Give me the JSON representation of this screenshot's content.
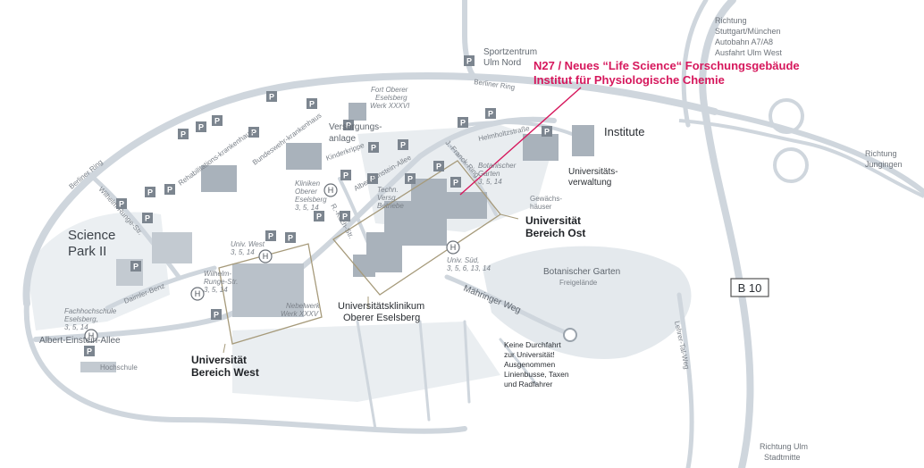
{
  "callout": {
    "line1": "N27 / Neues “Life Science“ Forschungsgebäude",
    "line2": "Institut für Physiologische Chemie"
  },
  "areas": {
    "ost": [
      "Universität",
      "Bereich Ost"
    ],
    "west": [
      "Universität",
      "Bereich West"
    ],
    "klinikum": [
      "Universitätsklinikum",
      "Oberer Eselsberg"
    ],
    "science_park": [
      "Science",
      "Park II"
    ],
    "institute": "Institute",
    "verwaltung": [
      "Universitäts-",
      "verwaltung"
    ],
    "botanischer": [
      "Botanischer Garten",
      "Freigelände"
    ],
    "versorgung": [
      "Versorgungs-",
      "anlage"
    ],
    "hochschule": "Hochschule",
    "nebelwerk": [
      "Nebelwerk",
      "Werk XXXV"
    ],
    "fort": [
      "Fort Oberer",
      "Eselsberg",
      "Werk XXXVI"
    ],
    "sportzentrum": [
      "Sportzentrum",
      "Ulm Nord"
    ],
    "gewaechshaeuser": [
      "Gewächs-",
      "häuser"
    ],
    "bot_small": [
      "Botanischer",
      "Garten",
      "3, 5, 14"
    ],
    "fachhochschule": [
      "Fachhochschule",
      "Eselsberg,",
      "3, 5, 14"
    ],
    "wilhelm_stop": [
      "Wilhelm-",
      "Runge-Str.",
      "3, 5, 14"
    ],
    "univ_west_stop": [
      "Univ. West",
      "3, 5, 14"
    ],
    "kliniken_stop": [
      "Kliniken",
      "Oberer",
      "Eselsberg",
      "3, 5, 14"
    ],
    "techn": [
      "Techn.",
      "Versg.-",
      "Betriebe"
    ],
    "univ_sued": [
      "Univ. Süd,",
      "3, 5, 6, 13, 14"
    ]
  },
  "roads": {
    "berliner_ring_top": "Berliner Ring",
    "berliner_ring_left": "Berliner Ring",
    "albert_einstein": "Albert-Einstein-Allee",
    "albert_einstein_top": "Albert-Einstein-Allee",
    "wilhelm_runge": "Wilhelm-Runge-Str.",
    "daimler": "Daimler-Benz",
    "helmholtz": "Helmholtzstraße",
    "james_franck": "J.-Franck-Ring",
    "koch": "R.-Koch-Str.",
    "mahringer": "Mähringer Weg",
    "lehrer_tal": "Lehrer-Tal-Weg",
    "b10": "B 10",
    "bundeswehr": "Bundeswehr-krankenhaus",
    "reha": "Rehabilitations-krankenhaus",
    "kinderkrippe": "Kinderkrippe"
  },
  "directions": {
    "stuttgart": [
      "Richtung",
      "Stuttgart/München",
      "Autobahn A7/A8",
      "Ausfahrt Ulm West"
    ],
    "jungingen": [
      "Richtung",
      "Jungingen"
    ],
    "stadtmitte": [
      "Richtung Ulm",
      "Stadtmitte"
    ]
  },
  "notice": [
    "Keine Durchfahrt",
    "zur Universität!",
    "Ausgenommen",
    "Linienbusse, Taxen",
    "und Radfahrer"
  ],
  "symbols": {
    "parking": "P",
    "stop": "H"
  },
  "colors": {
    "road": "#ced5dc",
    "building": "#a8b1ba",
    "area": "#e3e8ec",
    "parking": "#7c858f",
    "callout": "#d6175c",
    "boundary": "#a69a7a"
  }
}
